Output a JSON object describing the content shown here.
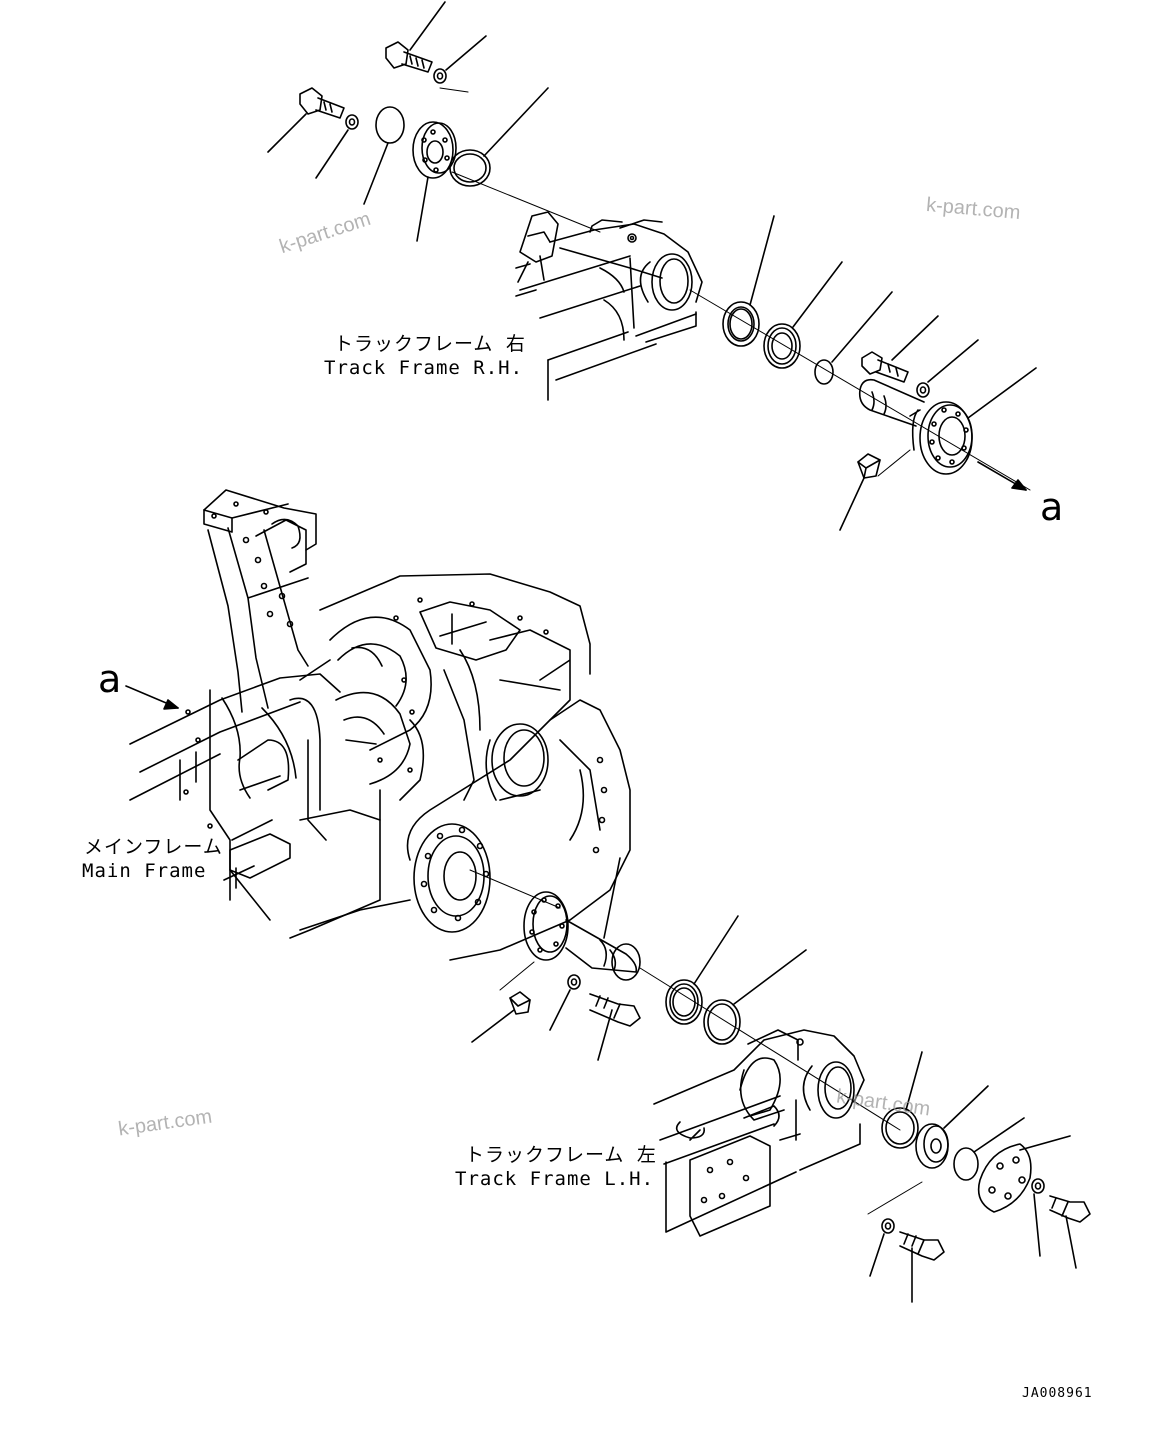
{
  "labels": {
    "track_frame_rh_jp": "トラックフレーム 右",
    "track_frame_rh_en": "Track Frame R.H.",
    "main_frame_jp": "メインフレーム",
    "main_frame_en": "Main Frame",
    "track_frame_lh_jp": "トラックフレーム 左",
    "track_frame_lh_en": "Track Frame L.H."
  },
  "reference_marks": {
    "arrow_out": "a",
    "arrow_in": "a"
  },
  "watermarks": [
    "k-part.com",
    "k-part.com",
    "k-part.com",
    "k-part.com"
  ],
  "drawing_code": "JA008961"
}
